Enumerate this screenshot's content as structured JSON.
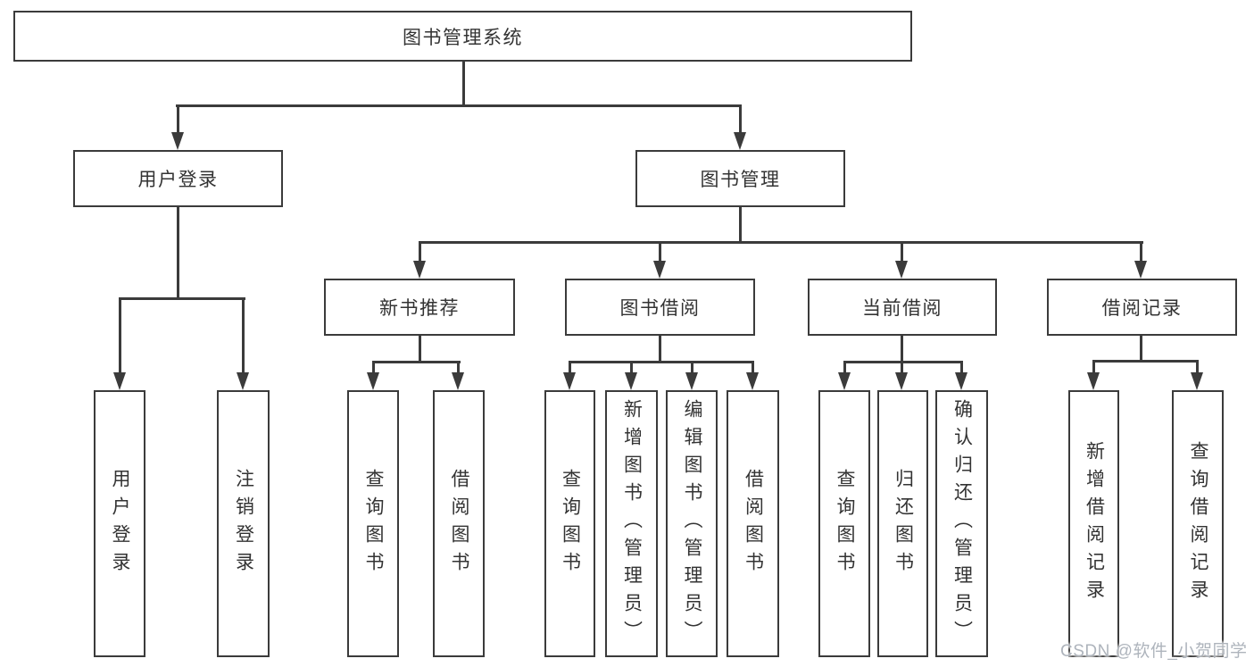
{
  "tree": {
    "root": {
      "label": "图书管理系统"
    },
    "branches": [
      {
        "label": "用户登录",
        "leaves": [
          {
            "label": "用户登录"
          },
          {
            "label": "注销登录"
          }
        ]
      },
      {
        "label": "图书管理",
        "groups": [
          {
            "label": "新书推荐",
            "leaves": [
              {
                "label": "查询图书"
              },
              {
                "label": "借阅图书"
              }
            ]
          },
          {
            "label": "图书借阅",
            "leaves": [
              {
                "label": "查询图书"
              },
              {
                "label": "新增图书（管理员）"
              },
              {
                "label": "编辑图书（管理员）"
              },
              {
                "label": "借阅图书"
              }
            ]
          },
          {
            "label": "当前借阅",
            "leaves": [
              {
                "label": "查询图书"
              },
              {
                "label": "归还图书"
              },
              {
                "label": "确认归还（管理员）"
              }
            ]
          },
          {
            "label": "借阅记录",
            "leaves": [
              {
                "label": "新增借阅记录"
              },
              {
                "label": "查询借阅记录"
              }
            ]
          }
        ]
      }
    ]
  },
  "watermark": {
    "text": "CSDN @软件_小贺同学",
    "color": "#aeb4bc"
  },
  "colors": {
    "line": "#3b3b3b",
    "text": "#333333",
    "background": "#ffffff"
  }
}
